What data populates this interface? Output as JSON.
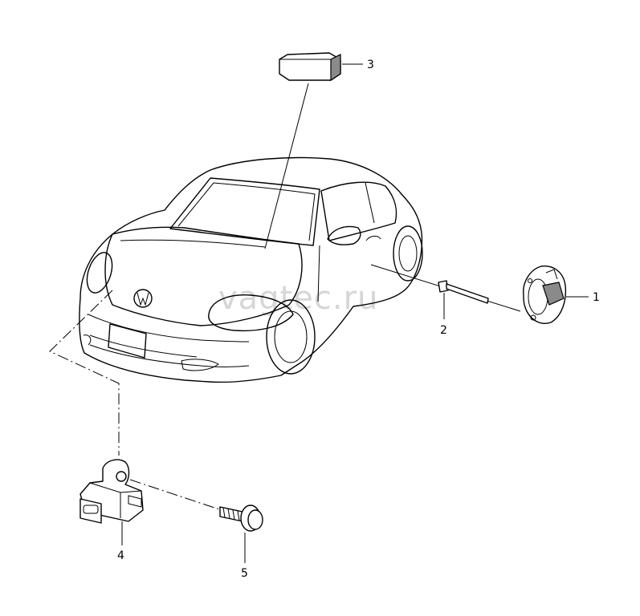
{
  "diagram": {
    "watermark": "vagtec.ru",
    "callouts": {
      "p1": "1",
      "p2": "2",
      "p3": "3",
      "p4": "4",
      "p5": "5"
    },
    "parts": {
      "part1": "headlight-connector-housing",
      "part2": "bolt",
      "part3": "control-module",
      "part4": "sensor",
      "part5": "screw"
    }
  }
}
